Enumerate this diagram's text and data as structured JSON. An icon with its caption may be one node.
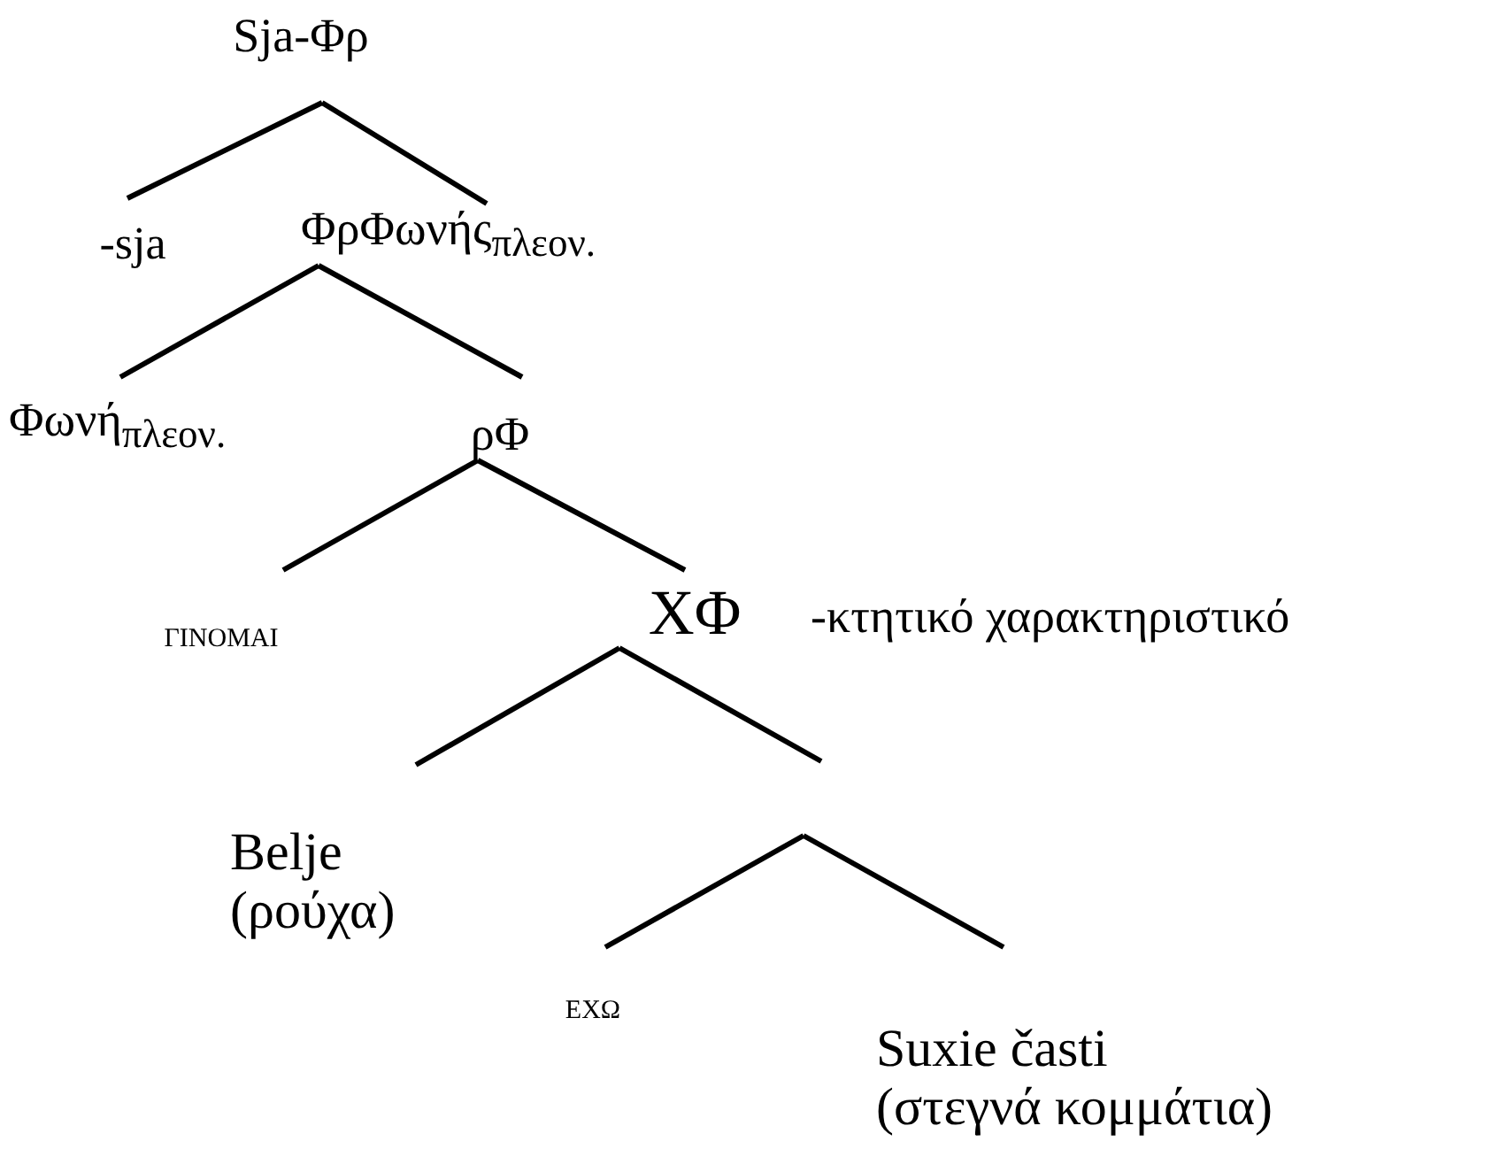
{
  "diagram": {
    "nodes": [
      {
        "text": [
          "Sja-Φρ"
        ]
      },
      {
        "text": [
          "-sja"
        ]
      },
      {
        "text": [
          "ΦρΦωνής$_{πλεον.}$"
        ]
      },
      {
        "text": [
          "Φωνή$_{πλεον.}$"
        ]
      },
      {
        "text": [
          "ρΦ"
        ]
      },
      {
        "text": [
          "ΓΙΝΟΜΑΙ"
        ]
      },
      {
        "text": [
          "ΧΦ"
        ],
        "beside": [
          "-κτητικό χαρακτηριστικό"
        ]
      },
      {
        "text": [
          "Belje",
          "(ρούχα)"
        ]
      },
      {
        "text": [
          "ΕΧΩ"
        ]
      },
      {
        "text": [
          "Suxie časti",
          "(στεγνά κομμάτια)"
        ]
      }
    ],
    "edges": [
      {
        "from": 0,
        "to": 1,
        "arrow": "none"
      },
      {
        "from": 0,
        "to": 2,
        "arrow": "none"
      },
      {
        "from": 2,
        "to": 3,
        "arrow": "none"
      },
      {
        "from": 2,
        "to": 4,
        "arrow": "none"
      },
      {
        "from": 4,
        "to": 5,
        "arrow": "none"
      },
      {
        "from": 4,
        "to": 6,
        "arrow": "none"
      },
      {
        "from": 6,
        "to": 7,
        "arrow": "none"
      },
      {
        "from": 6,
        "to": null,
        "arrow": "none"
      },
      {
        "from": null,
        "to": 8,
        "arrow": "none"
      },
      {
        "from": null,
        "to": 9,
        "arrow": "none"
      }
    ]
  }
}
